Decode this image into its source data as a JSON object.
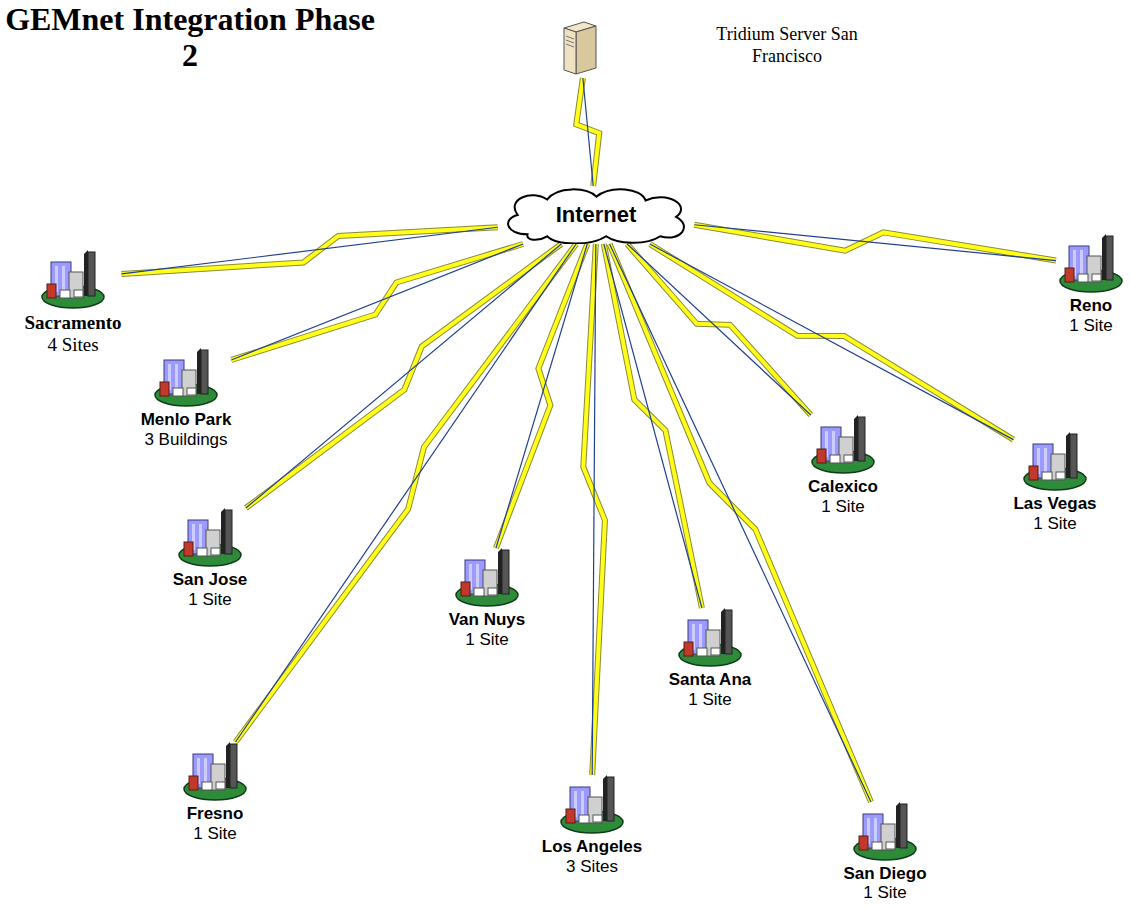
{
  "diagram": {
    "title": "GEMnet Integration Phase 2",
    "nodes": [
      {
        "text": [
          "Tridium Server San Francisco"
        ]
      },
      {
        "text": [
          "Internet"
        ]
      },
      {
        "text": [
          "Sacramento",
          "4 Sites"
        ]
      },
      {
        "text": [
          "Menlo Park",
          "3 Buildings"
        ]
      },
      {
        "text": [
          "San Jose",
          "1 Site"
        ]
      },
      {
        "text": [
          "Fresno",
          "1 Site"
        ]
      },
      {
        "text": [
          "Van Nuys",
          "1 Site"
        ]
      },
      {
        "text": [
          "Los Angeles",
          "3 Sites"
        ]
      },
      {
        "text": [
          "Santa Ana",
          "1 Site"
        ]
      },
      {
        "text": [
          "San Diego",
          "1 Site"
        ]
      },
      {
        "text": [
          "Calexico",
          "1 Site"
        ]
      },
      {
        "text": [
          "Las Vegas",
          "1 Site"
        ]
      },
      {
        "text": [
          "Reno",
          "1 Site"
        ]
      }
    ],
    "edges": [
      {
        "from": 0,
        "to": 1,
        "arrow": "none"
      },
      {
        "from": 1,
        "to": 2,
        "arrow": "none"
      },
      {
        "from": 1,
        "to": 3,
        "arrow": "none"
      },
      {
        "from": 1,
        "to": 4,
        "arrow": "none"
      },
      {
        "from": 1,
        "to": 5,
        "arrow": "none"
      },
      {
        "from": 1,
        "to": 6,
        "arrow": "none"
      },
      {
        "from": 1,
        "to": 7,
        "arrow": "none"
      },
      {
        "from": 1,
        "to": 8,
        "arrow": "none"
      },
      {
        "from": 1,
        "to": 9,
        "arrow": "none"
      },
      {
        "from": 1,
        "to": 10,
        "arrow": "none"
      },
      {
        "from": 1,
        "to": 11,
        "arrow": "none"
      },
      {
        "from": 1,
        "to": 12,
        "arrow": "none"
      }
    ]
  }
}
